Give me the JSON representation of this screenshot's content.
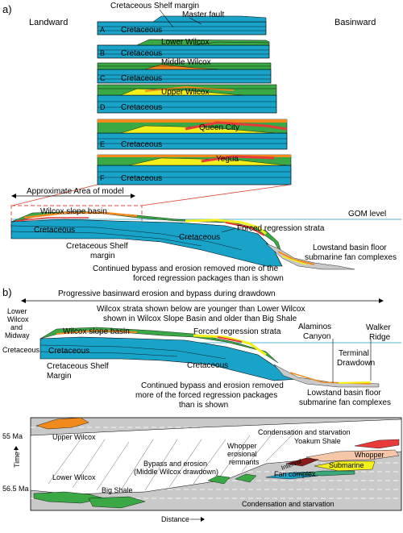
{
  "panel_a": {
    "label": "a)",
    "landward": "Landward",
    "basinward": "Basinward",
    "shelf_margin": "Cretaceous Shelf margin",
    "master_fault": "Master fault",
    "cretaceous": "Cretaceous",
    "stages": [
      {
        "letter": "A",
        "unit": ""
      },
      {
        "letter": "B",
        "unit": "Lower Wilcox"
      },
      {
        "letter": "C",
        "unit": "Middle Wilcox"
      },
      {
        "letter": "D",
        "unit": "Upper Wilcox"
      },
      {
        "letter": "E",
        "unit": "Queen City"
      },
      {
        "letter": "F",
        "unit": "Yegua"
      }
    ],
    "model_area": "Approximate Area of model",
    "gom_level": "GOM level",
    "slope_basin": "Wilcox slope basin",
    "forced_regression": "Forced regression strata",
    "shelf_margin_2a": "Cretaceous Shelf",
    "shelf_margin_2b": "margin",
    "lowstand_1": "Lowstand basin floor",
    "lowstand_2": "submarine fan complexes",
    "bypass_1": "Continued bypass and erosion removed more of the",
    "bypass_2": "forced regression packages than is shown"
  },
  "panel_b": {
    "label": "b)",
    "progressive": "Progressive basinward erosion and bypass during drawdown",
    "younger_1": "Wilcox strata shown below are younger than Lower Wilcox",
    "younger_2": "shown in Wilcox Slope Basin and older than Big Shale",
    "left_1": "Lower",
    "left_2": "Wilcox",
    "left_3": "and",
    "left_4": "Midway",
    "cretaceous": "Cretaceous",
    "slope_basin": "Wilcox slope basin",
    "forced_regression": "Forced regression strata",
    "alaminos_1": "Alaminos",
    "alaminos_2": "Canyon",
    "walker_1": "Walker",
    "walker_2": "Ridge",
    "terminal_1": "Terminal",
    "terminal_2": "Drawdown",
    "shelf_1": "Cretaceous Shelf",
    "shelf_2": "Margin",
    "bypass_1": "Continued bypass and erosion removed",
    "bypass_2": "more of the forced regression packages",
    "bypass_3": "than is shown",
    "lowstand_1": "Lowstand basin floor",
    "lowstand_2": "submarine fan complexes"
  },
  "chronostrat": {
    "age_top": "55 Ma",
    "age_bottom": "56.5 Ma",
    "y_axis": "Time",
    "x_axis": "Distance",
    "upper_wilcox": "Upper Wilcox",
    "lower_wilcox": "Lower Wilcox",
    "big_shale": "Big Shale",
    "condensation": "Condensation and starvation",
    "yoakum": "Yoakum Shale",
    "whopper": "Whopper",
    "interval": "Interval",
    "submarine": "Submarine",
    "fan_complex": "Fan complex",
    "erosional_1": "Whopper",
    "erosional_2": "erosional",
    "erosional_3": "remnants",
    "bypass_1": "Bypass and erosion",
    "bypass_2": "(Middle Wilcox drawdown)"
  },
  "colors": {
    "cretaceous": "#1aa3c8",
    "green": "#3aa845",
    "yellow": "#f2ef1a",
    "orange": "#f08a1c",
    "red": "#e83a3a",
    "pink": "#f5c6a8",
    "gray_panel": "#c9c9c9"
  }
}
